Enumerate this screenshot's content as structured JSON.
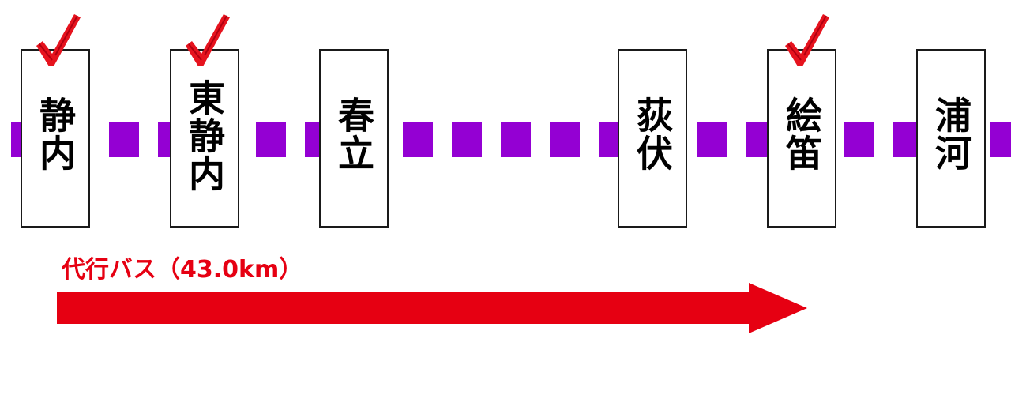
{
  "colors": {
    "rail_line": "#9400d3",
    "check_mark": "#e6131e",
    "bus_route": "#e60012",
    "station_border": "#1a1a1a"
  },
  "stations": [
    {
      "name": "静内",
      "checked": true
    },
    {
      "name": "東静内",
      "checked": true
    },
    {
      "name": "春立",
      "checked": false
    },
    {
      "name": "荻伏",
      "checked": false
    },
    {
      "name": "絵笛",
      "checked": true
    },
    {
      "name": "浦河",
      "checked": false
    }
  ],
  "bus": {
    "label": "代行バス（43.0km）"
  }
}
